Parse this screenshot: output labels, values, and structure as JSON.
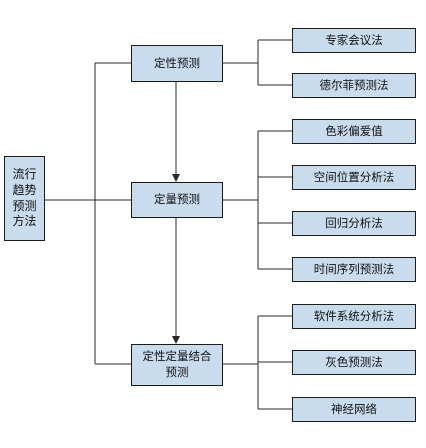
{
  "root": {
    "label": "流行趋势预测方法"
  },
  "categories": [
    {
      "key": "qualitative",
      "label": "定性预测",
      "methods": [
        "专家会议法",
        "德尔菲预测法"
      ]
    },
    {
      "key": "quantitative",
      "label": "定量预测",
      "methods": [
        "色彩偏爱值",
        "空间位置分析法",
        "回归分析法",
        "时间序列预测法"
      ]
    },
    {
      "key": "combined",
      "label": "定性定量结合预测",
      "methods": [
        "软件系统分析法",
        "灰色预测法",
        "神经网络"
      ]
    }
  ],
  "colors": {
    "box_fill": "#c9dcee",
    "box_border": "#1c1c1c",
    "connector": "#2a2a2a"
  }
}
